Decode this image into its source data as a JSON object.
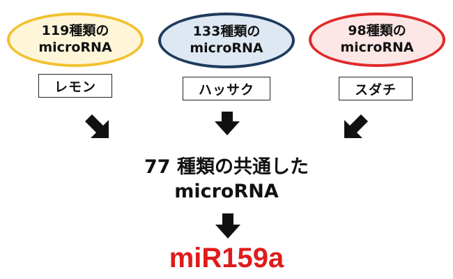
{
  "sources": [
    {
      "count_label": "119種類の",
      "type_label": "microRNA",
      "fruit": "レモン",
      "border_color": "#f2c12e",
      "fill_color": "#fff6d9"
    },
    {
      "count_label": "133種類の",
      "type_label": "microRNA",
      "fruit": "ハッサク",
      "border_color": "#1f3b5c",
      "fill_color": "#dde8f3"
    },
    {
      "count_label": "98種類の",
      "type_label": "microRNA",
      "fruit": "スダチ",
      "border_color": "#e02a2a",
      "fill_color": "#fde6e6"
    }
  ],
  "common": {
    "line1": "77 種類の共通した",
    "line2": "microRNA"
  },
  "result": {
    "label": "miR159a",
    "color": "#e01b1b"
  }
}
